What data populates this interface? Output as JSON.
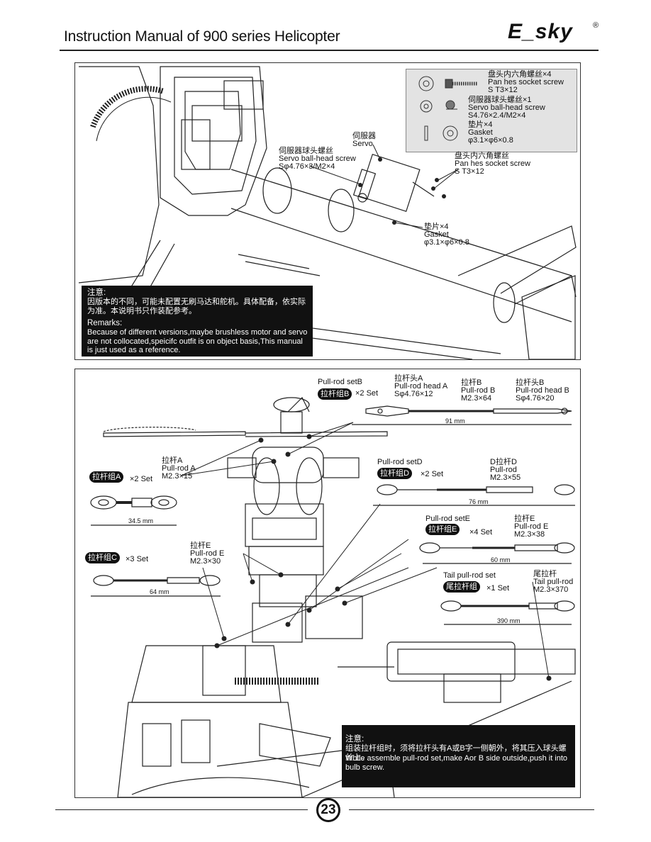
{
  "header": {
    "title": "Instruction Manual of 900 series Helicopter",
    "brand": "E_sky",
    "trademark": "®"
  },
  "panel1": {
    "legend": [
      {
        "cn": "盘头内六角螺丝×4",
        "en": "Pan hes socket screw",
        "size": "S T3×12"
      },
      {
        "cn": "伺服器球头螺丝×1",
        "en": "Servo ball-head screw",
        "size": "S4.76×2.4/M2×4"
      },
      {
        "cn": "垫片×4",
        "en": "Gasket",
        "size": "φ3.1×φ6×0.8"
      }
    ],
    "callouts": {
      "servo_cn": "伺服器",
      "servo_en": "Servo",
      "ballscrew_cn": "伺服器球头螺丝",
      "ballscrew_en": "Servo ball-head screw",
      "ballscrew_size": "Sφ4.76×3/M2×4",
      "pan_cn": "盘头内六角螺丝",
      "pan_en": "Pan hes socket screw",
      "pan_size": "S T3×12",
      "gasket_cn": "垫片×4",
      "gasket_en": "Gasket",
      "gasket_size": "φ3.1×φ6×0.8"
    },
    "note": {
      "title_cn": "注意:",
      "body_cn": "因版本的不同，可能未配置无刷马达和舵机。具体配备，依实际为准。本说明书只作装配参考。",
      "title_en": "Remarks:",
      "body_en": "Because of different versions,maybe brushless motor and servo are not collocated,speicifc outfit is on object basis,This manual is just used as a reference."
    }
  },
  "panel2": {
    "setB": {
      "title": "Pull-rod setB",
      "pill": "拉杆组B",
      "qty": "×2 Set",
      "headA_cn": "拉杆头A",
      "headA_en": "Pull-rod head A",
      "headA_size": "Sφ4.76×12",
      "rodB_cn": "拉杆B",
      "rodB_en": "Pull-rod B",
      "rodB_size": "M2.3×64",
      "headB_cn": "拉杆头B",
      "headB_en": "Pull-rod head B",
      "headB_size": "Sφ4.76×20",
      "length": "91 mm"
    },
    "setA": {
      "pill": "拉杆组A",
      "qty": "×2 Set",
      "rod_cn": "拉杆A",
      "rod_en": "Pull-rod A",
      "rod_size": "M2.3×15",
      "length": "34.5 mm"
    },
    "setC": {
      "pill": "拉杆组C",
      "qty": "×3 Set",
      "rod_cn": "拉杆E",
      "rod_en": "Pull-rod E",
      "rod_size": "M2.3×30",
      "length": "64 mm"
    },
    "setD": {
      "title": "Pull-rod setD",
      "pill": "拉杆组D",
      "qty": "×2 Set",
      "rod_cn": "D拉杆D",
      "rod_en": "Pull-rod",
      "rod_size": "M2.3×55",
      "length": "76 mm"
    },
    "setE": {
      "title": "Pull-rod setE",
      "pill": "拉杆组E",
      "qty": "×4 Set",
      "rod_cn": "拉杆E",
      "rod_en": "Pull-rod E",
      "rod_size": "M2.3×38",
      "length": "60 mm"
    },
    "tail": {
      "title": "Tail pull-rod set",
      "pill": "尾拉杆组",
      "qty": "×1 Set",
      "rod_cn": "尾拉杆",
      "rod_en": "Tail pull-rod",
      "rod_size": "M2.3×370",
      "length": "390 mm"
    },
    "note": {
      "title_cn": "注意:",
      "body_cn": "组装拉杆组时，须将拉杆头有A或B字一侧朝外，将其压入球头螺丝上。",
      "body_en": "While assemble pull-rod set,make Aor B side outside,push it into bulb screw."
    }
  },
  "footer": {
    "page": "23"
  }
}
